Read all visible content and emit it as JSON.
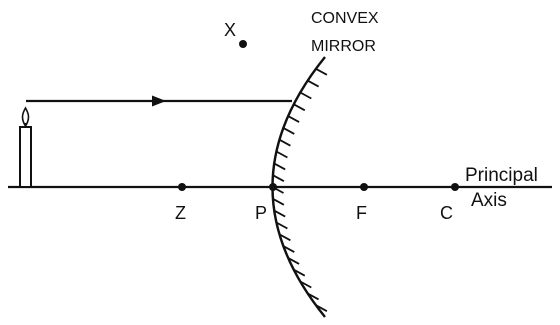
{
  "labels": {
    "mirror_line1": "CONVEX",
    "mirror_line2": "MIRROR",
    "point_x": "X",
    "point_z": "Z",
    "point_p": "P",
    "point_f": "F",
    "point_c": "C",
    "axis_line1": "Principal",
    "axis_line2": "Axis"
  },
  "colors": {
    "ink": "#111111",
    "background": "#ffffff"
  },
  "icons": {
    "object": "candle-icon",
    "ray_direction": "arrowhead-icon"
  }
}
